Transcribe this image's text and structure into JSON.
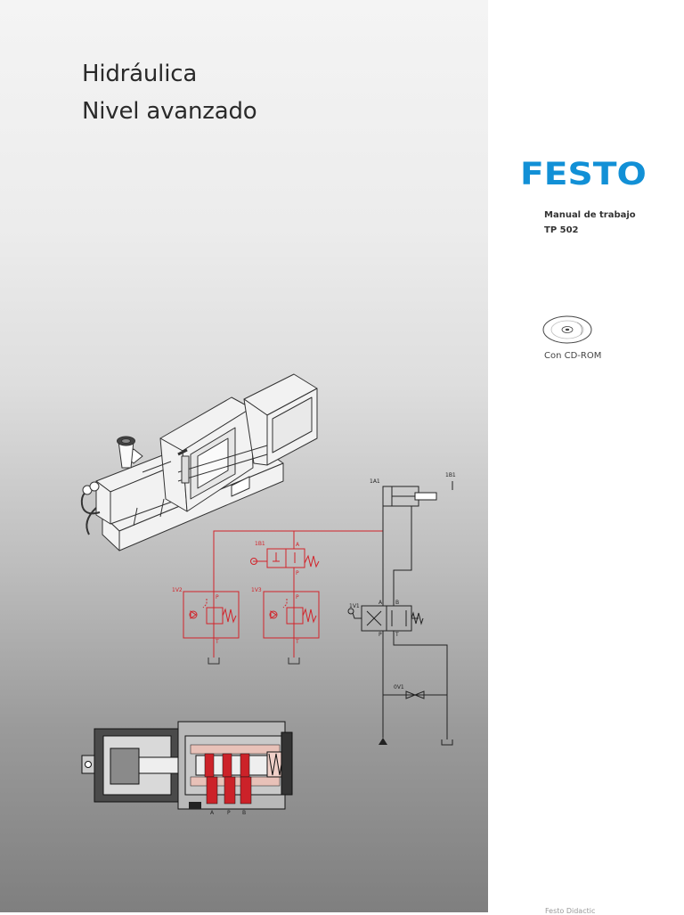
{
  "cover": {
    "title_line1": "Hidráulica",
    "title_line2": "Nivel avanzado"
  },
  "brand": {
    "logo_text": "FESTO",
    "color": "#1290d6"
  },
  "details": {
    "manual": "Manual de trabajo",
    "tp": "TP 502",
    "cd_label": "Con CD-ROM"
  },
  "footer": {
    "text": "Festo Didactic"
  },
  "diagram_labels": {
    "cylinder": "1A1",
    "sensor": "1B1",
    "sensor_valve": "1B1",
    "valve_1v1": "1V1",
    "valve_1v2": "1V2",
    "valve_1v3": "1V3",
    "valve_0v1": "0V1",
    "port_a": "A",
    "port_b": "B",
    "port_p": "P",
    "port_t": "T"
  },
  "colors": {
    "circuit_red": "#d2232a",
    "circuit_black": "#222222"
  }
}
